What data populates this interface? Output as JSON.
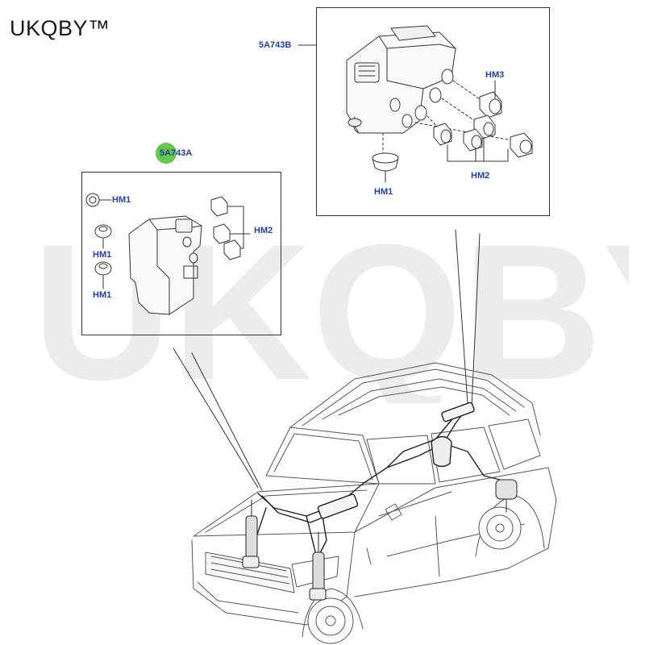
{
  "brand": {
    "name": "UKQBY™"
  },
  "watermark": {
    "text": "UKQBY™",
    "color": "#e9e9e9"
  },
  "colors": {
    "callout": "#1f3fa8",
    "highlight": "#64c84a",
    "line": "#333333"
  },
  "upper_box": {
    "part_number": "5A743B",
    "labels": {
      "hm3": "HM3",
      "hm1": "HM1",
      "hm2": "HM2"
    }
  },
  "lower_box": {
    "part_number": "5A743A",
    "labels": {
      "hm1_a": "HM1",
      "hm1_b": "HM1",
      "hm1_c": "HM1",
      "hm2": "HM2"
    }
  }
}
